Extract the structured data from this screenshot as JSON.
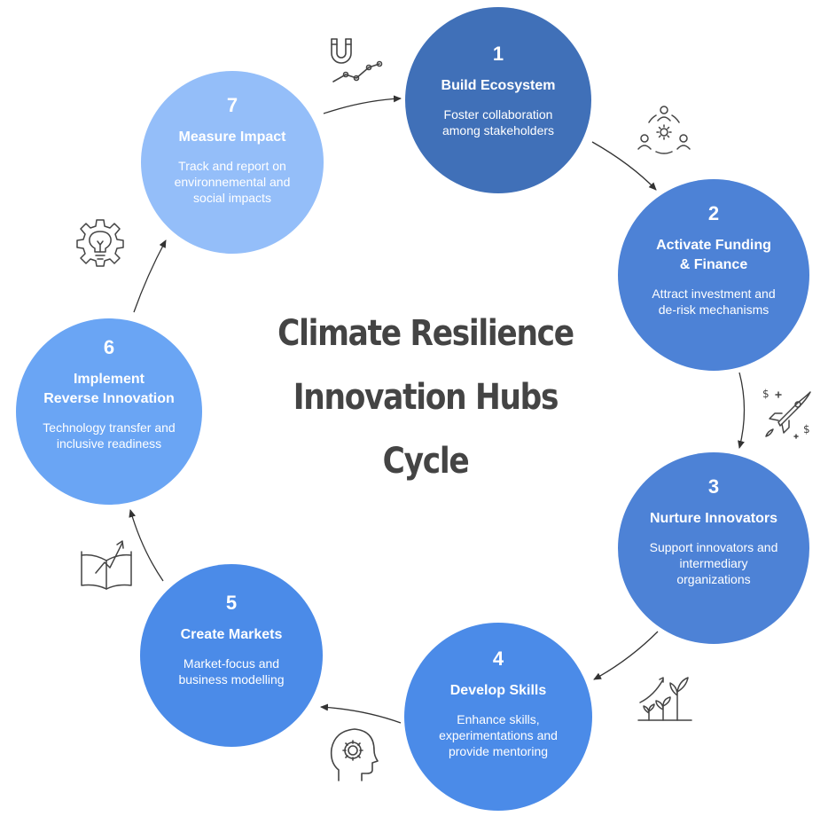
{
  "title_line1": "Climate Resilience",
  "title_line2": "Innovation Hubs Cycle",
  "colors": {
    "step1": "#4070B8",
    "step2": "#4D82D6",
    "step3": "#4D82D6",
    "step4": "#4B8BE8",
    "step5": "#4B8BE8",
    "step6": "#6AA5F4",
    "step7": "#94BEF9",
    "title": "#444444",
    "arrow": "#333333"
  },
  "steps": [
    {
      "number": "1",
      "title": "Build Ecosystem",
      "desc": "Foster collaboration\namong stakeholders",
      "icon": "stakeholders-gear-icon"
    },
    {
      "number": "2",
      "title": "Activate Funding\n& Finance",
      "desc": "Attract investment and\nde-risk mechanisms",
      "icon": "rocket-money-icon"
    },
    {
      "number": "3",
      "title": "Nurture Innovators",
      "desc": "Support innovators and\nintermediary\norganizations",
      "icon": "growing-plants-icon"
    },
    {
      "number": "4",
      "title": "Develop Skills",
      "desc": "Enhance skills,\nexperimentations and\nprovide mentoring",
      "icon": "head-gear-icon"
    },
    {
      "number": "5",
      "title": "Create Markets",
      "desc": "Market-focus and\nbusiness modelling",
      "icon": "book-growth-icon"
    },
    {
      "number": "6",
      "title": "Implement\nReverse Innovation",
      "desc": "Technology transfer and\ninclusive readiness",
      "icon": "gear-lightbulb-icon"
    },
    {
      "number": "7",
      "title": "Measure Impact",
      "desc": "Track and report on\nenvironnemental and\nsocial impacts",
      "icon": "magnet-chart-icon"
    }
  ]
}
